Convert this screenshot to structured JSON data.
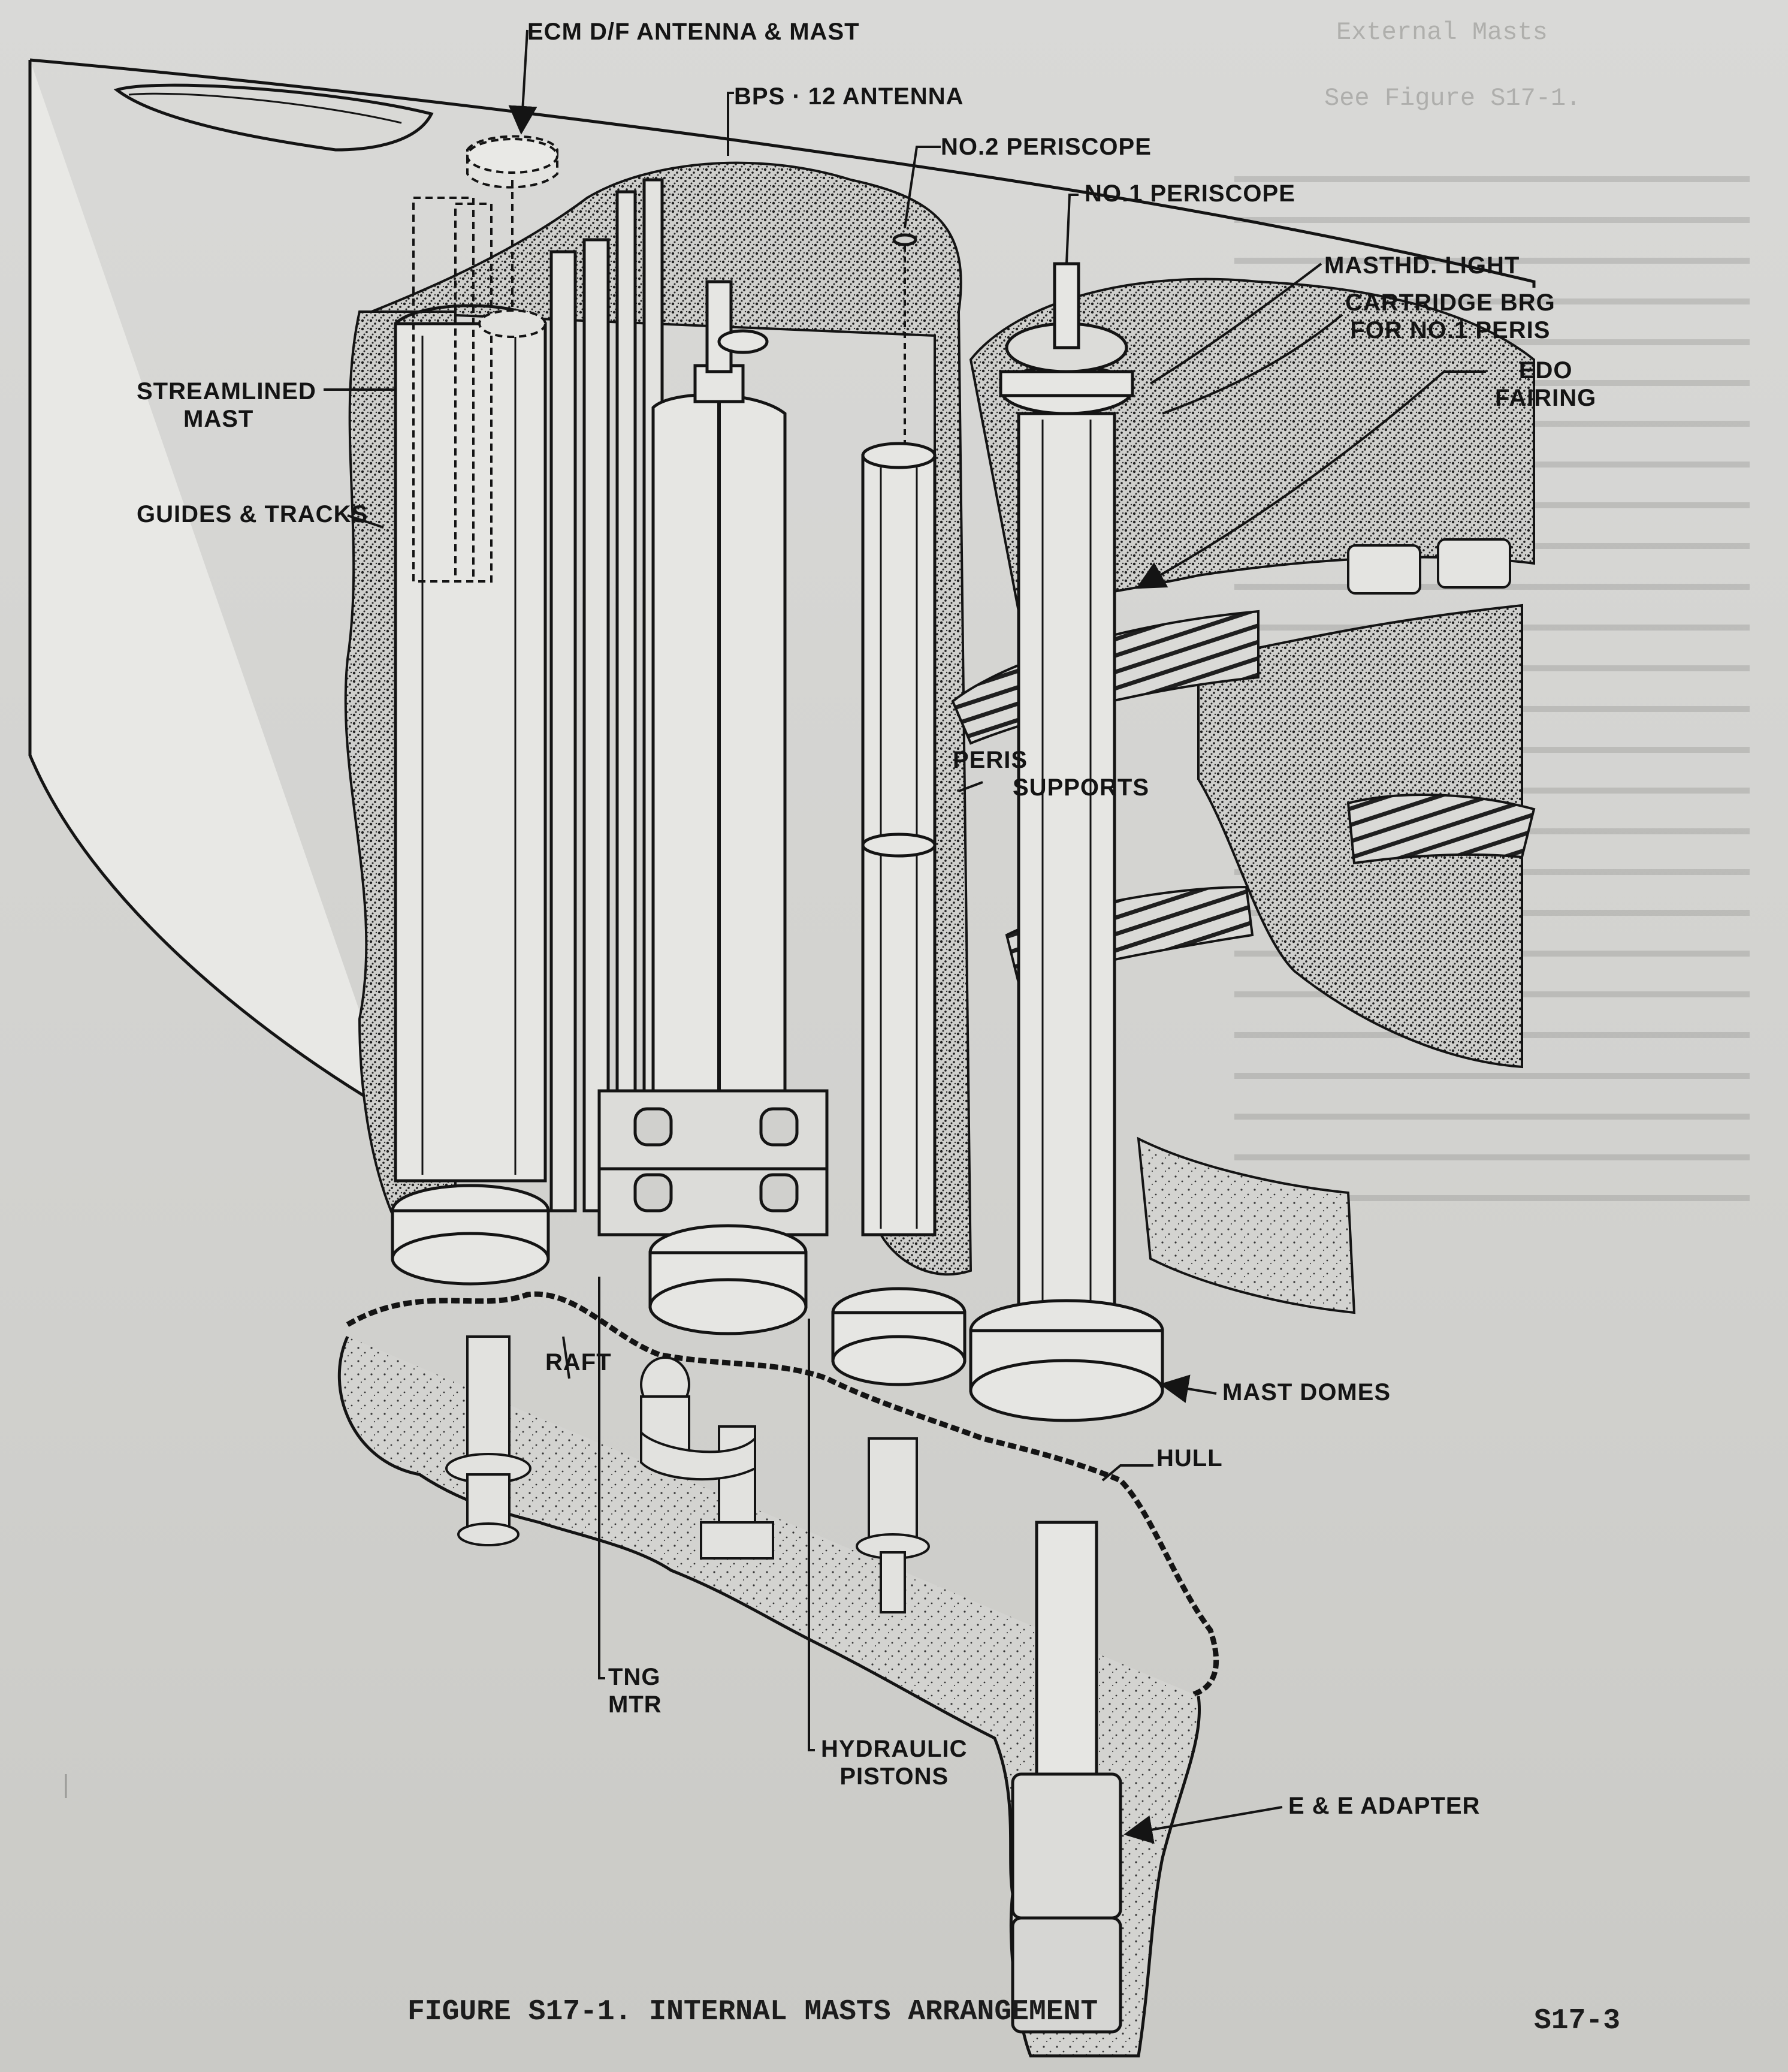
{
  "callouts": {
    "ecm_df_antenna_mast": "ECM  D/F ANTENNA & MAST",
    "bps12_antenna": "BPS · 12  ANTENNA",
    "no2_periscope": "NO.2 PERISCOPE",
    "no1_periscope": "NO.1 PERISCOPE",
    "masthd_light": "MASTHD. LIGHT",
    "cartridge_brg_line1": "CARTRIDGE BRG",
    "cartridge_brg_line2": "FOR NO.1 PERIS",
    "edo_fairing_line1": "EDO",
    "edo_fairing_line2": "FAIRING",
    "streamlined_mast_line1": "STREAMLINED",
    "streamlined_mast_line2": "MAST",
    "guides_tracks": "GUIDES & TRACKS",
    "peris_supports_line1": "PERIS",
    "peris_supports_line2": "SUPPORTS",
    "raft": "RAFT",
    "mast_domes": "MAST DOMES",
    "hull": "HULL",
    "tng_mtr_line1": "TNG",
    "tng_mtr_line2": "MTR",
    "hydraulic_pistons_line1": "HYDRAULIC",
    "hydraulic_pistons_line2": "PISTONS",
    "ee_adapter": "E & E  ADAPTER"
  },
  "footer": {
    "figure_caption": "FIGURE S17-1.  INTERNAL MASTS ARRANGEMENT",
    "page_number": "S17-3"
  },
  "bleed_through": {
    "header": "External Masts",
    "see_figure": "See Figure S17-1."
  },
  "colors": {
    "paper": "#d6d6d4",
    "ink": "#141414",
    "stipple": "#2a2a2a"
  }
}
